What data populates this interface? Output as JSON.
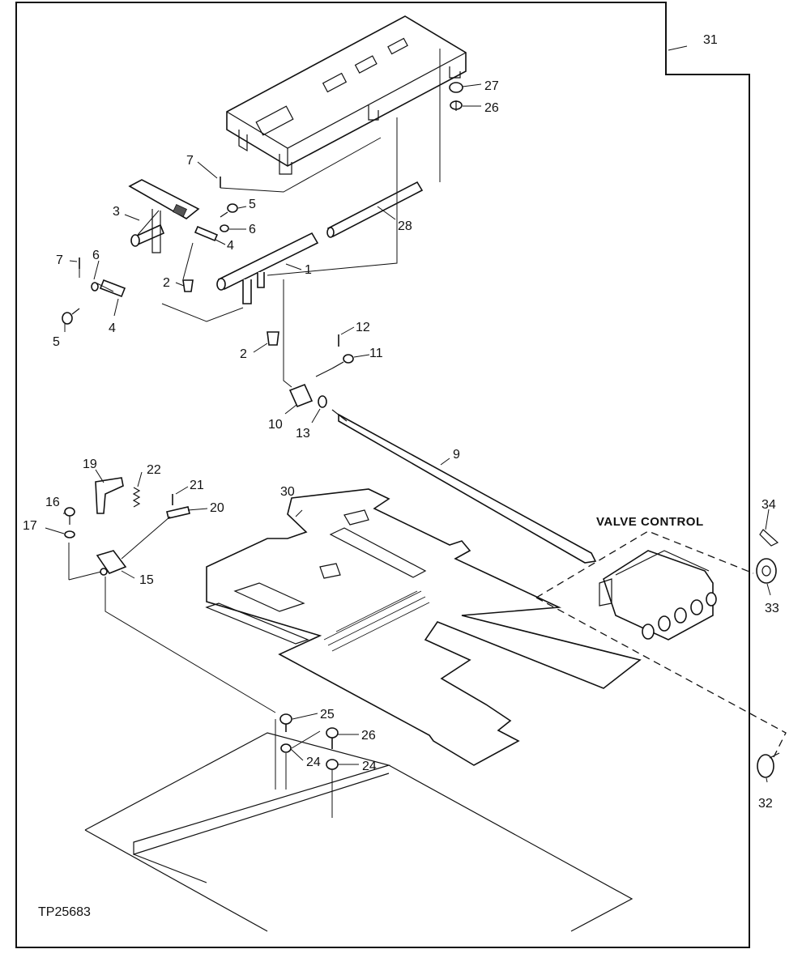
{
  "figure": {
    "id": "TP25683",
    "group_label": "VALVE CONTROL"
  },
  "callouts": {
    "c1": "1",
    "c2a": "2",
    "c2b": "2",
    "c3": "3",
    "c4a": "4",
    "c4b": "4",
    "c5a": "5",
    "c5b": "5",
    "c6a": "6",
    "c6b": "6",
    "c7a": "7",
    "c7b": "7",
    "c9": "9",
    "c10": "10",
    "c11": "11",
    "c12": "12",
    "c13": "13",
    "c15": "15",
    "c16": "16",
    "c17": "17",
    "c19": "19",
    "c20": "20",
    "c21": "21",
    "c22": "22",
    "c24a": "24",
    "c24b": "24",
    "c25": "25",
    "c26a": "26",
    "c26b": "26",
    "c27": "27",
    "c28": "28",
    "c30": "30",
    "c31": "31",
    "c32": "32",
    "c33": "33",
    "c34": "34"
  }
}
